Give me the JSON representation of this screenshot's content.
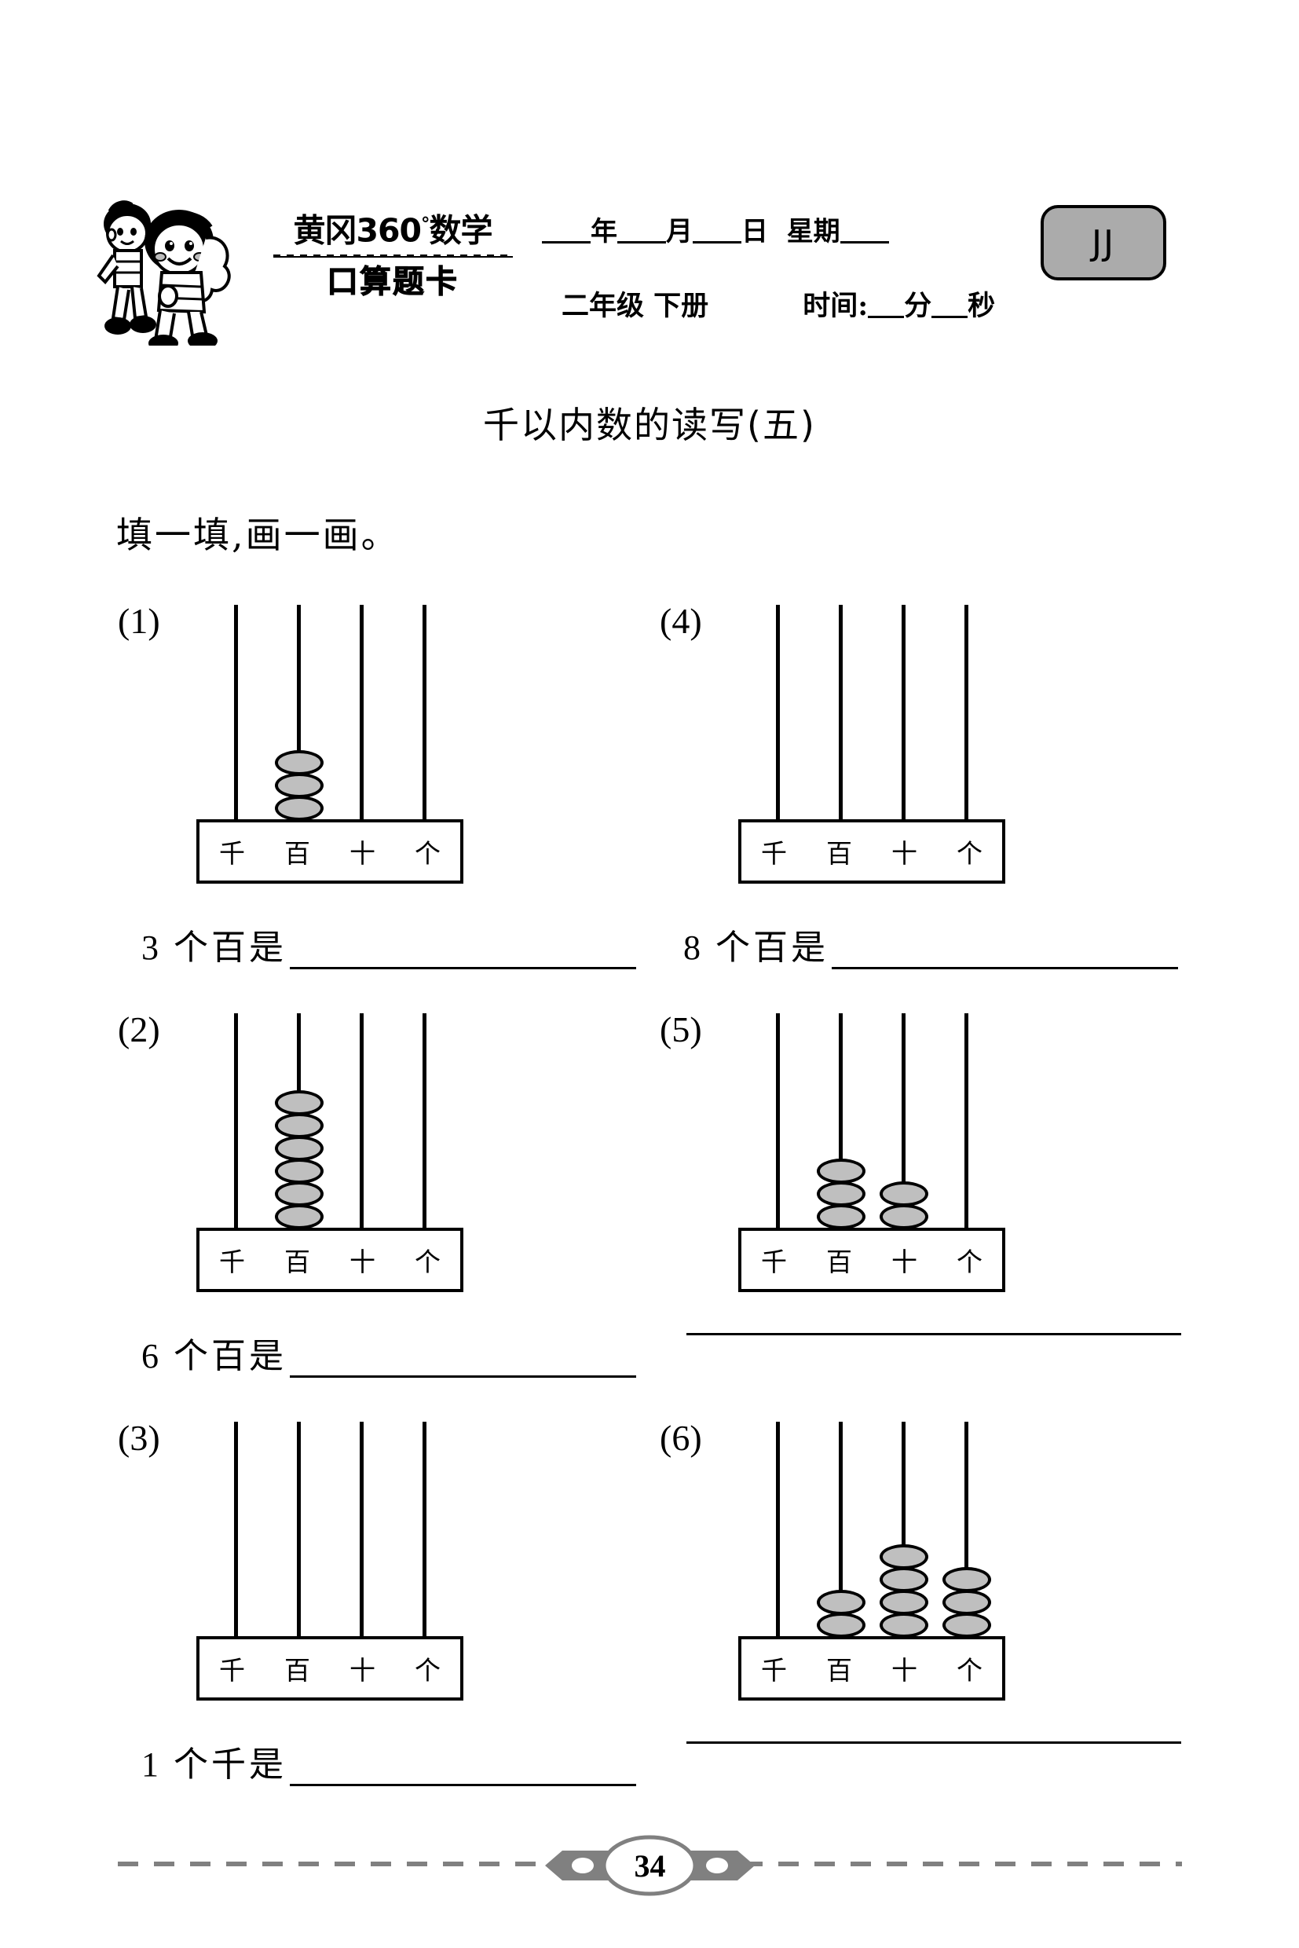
{
  "header": {
    "brand_title": "黄冈360",
    "brand_degree": "°",
    "brand_title_tail": "数学",
    "brand_sub": "口算题卡",
    "date_year_label": "年",
    "date_month_label": "月",
    "date_day_label": "日",
    "weekday_label": "星期",
    "grade": "二年级 下册",
    "time_label": "时间:",
    "time_minute_label": "分",
    "time_second_label": "秒",
    "badge": "JJ",
    "badge_color": "#ababab"
  },
  "sheet": {
    "title": "千以内数的读写(五)",
    "instruction": "填一填,画一画。"
  },
  "place_labels": [
    "千",
    "百",
    "十",
    "个"
  ],
  "bead_color": "#bfbfbf",
  "problems": [
    {
      "number": "(1)",
      "beads": [
        0,
        3,
        0,
        0
      ],
      "prompt": "3 个百是",
      "has_prompt": true
    },
    {
      "number": "(2)",
      "beads": [
        0,
        6,
        0,
        0
      ],
      "prompt": "6 个百是",
      "has_prompt": true
    },
    {
      "number": "(3)",
      "beads": [
        0,
        0,
        0,
        0
      ],
      "prompt": "1 个千是",
      "has_prompt": true
    },
    {
      "number": "(4)",
      "beads": [
        0,
        0,
        0,
        0
      ],
      "prompt": "8 个百是",
      "has_prompt": true
    },
    {
      "number": "(5)",
      "beads": [
        0,
        3,
        2,
        0
      ],
      "prompt": "",
      "has_prompt": false
    },
    {
      "number": "(6)",
      "beads": [
        0,
        2,
        4,
        3
      ],
      "prompt": "",
      "has_prompt": false
    }
  ],
  "footer": {
    "page_number": "34",
    "accent_color": "#808080"
  }
}
